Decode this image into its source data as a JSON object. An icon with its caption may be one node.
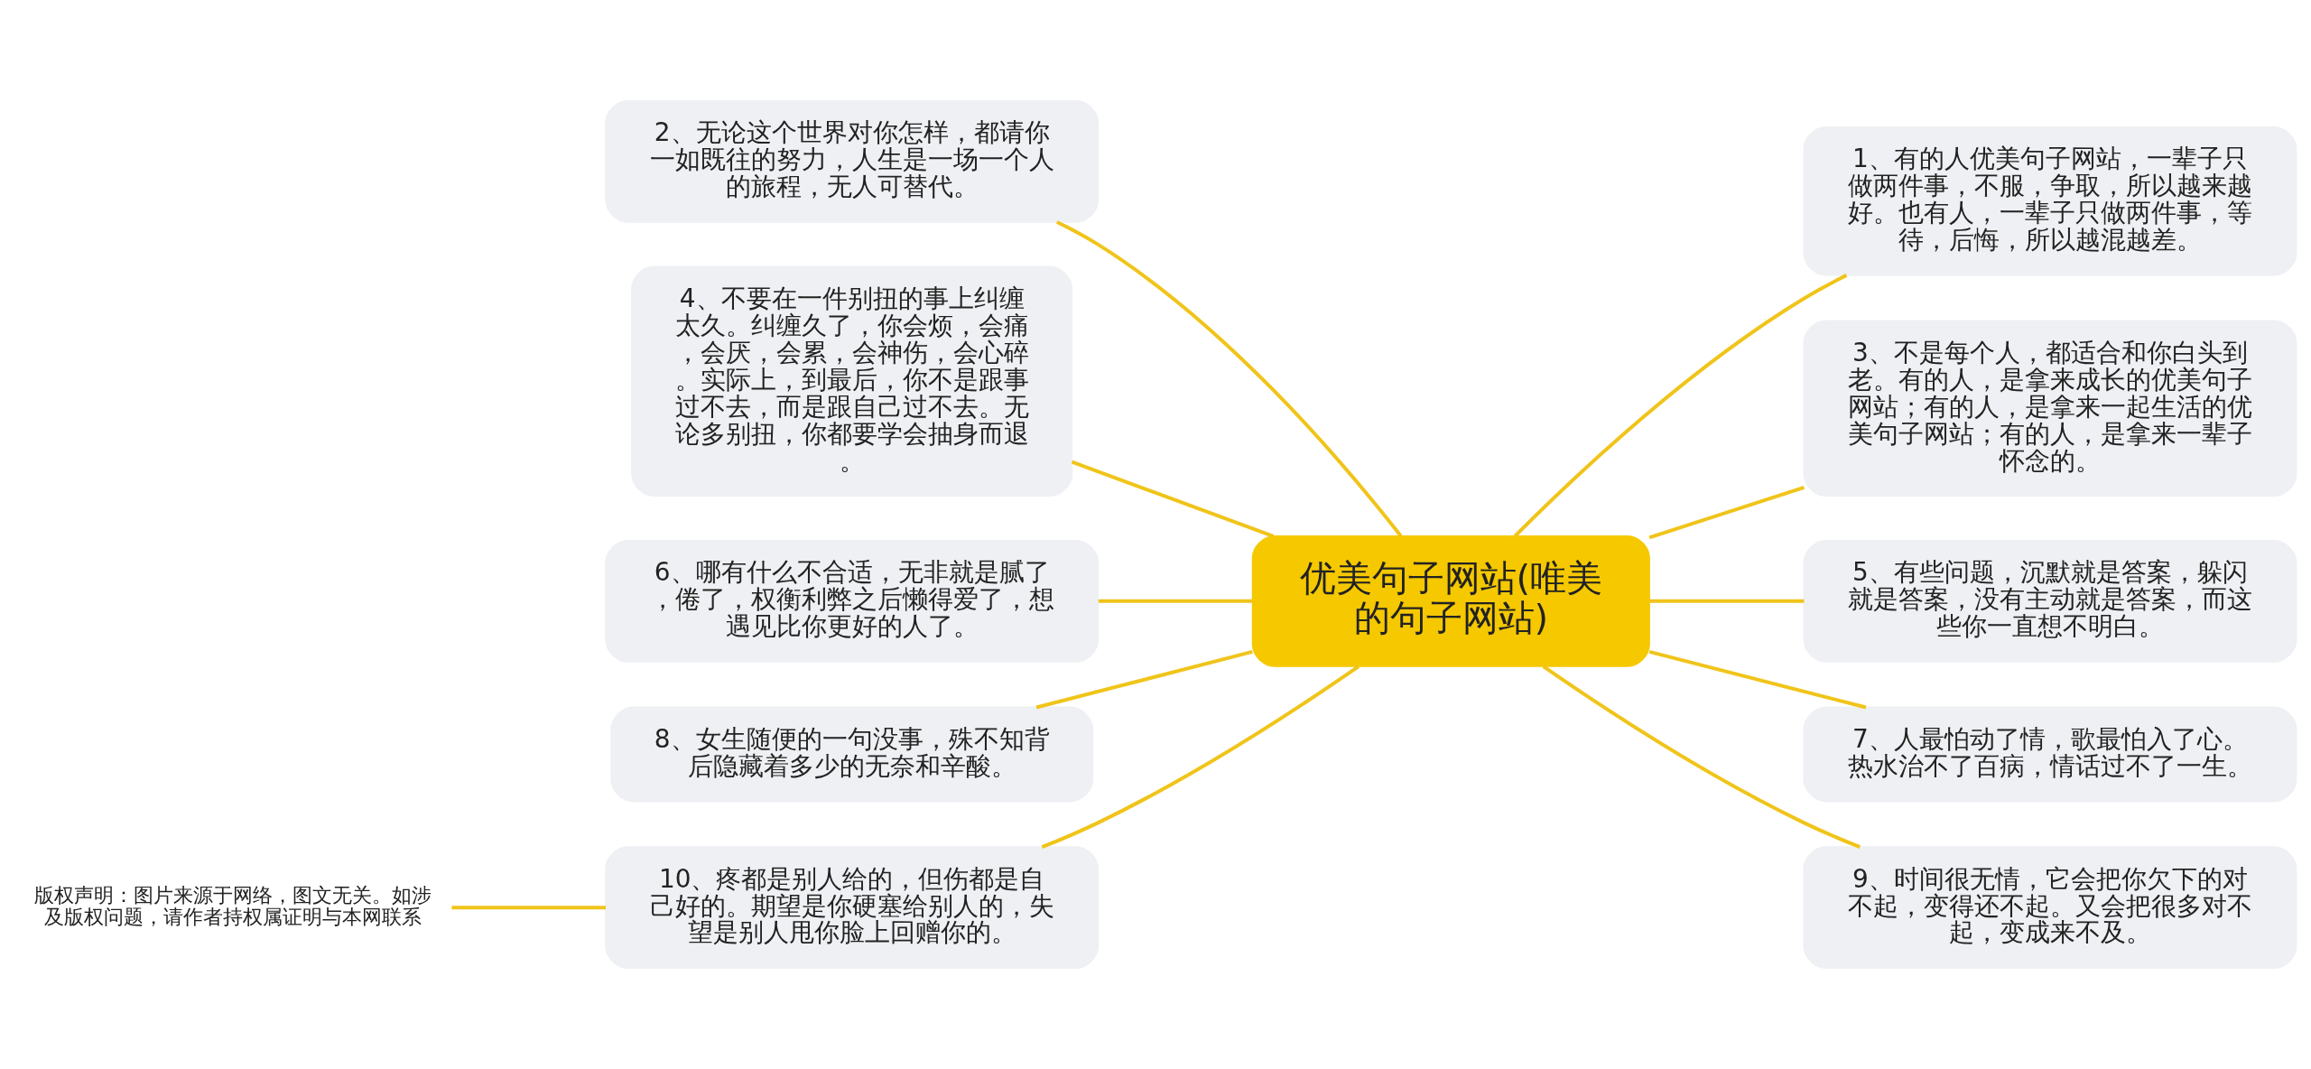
{
  "diagram": {
    "nodes": [
      {
        "text": [
          "优美句子网站(唯美的句子网站)"
        ]
      },
      {
        "text": [
          "1、有的人优美句子网站，一辈子只做两件事，不服，争取，所以越来越好。也有人，一辈子只做两件事，等待，后悔，所以越混越差。"
        ]
      },
      {
        "text": [
          "2、无论这个世界对你怎样，都请你一如既往的努力，人生是一场一个人的旅程，无人可替代。"
        ]
      },
      {
        "text": [
          "3、不是每个人，都适合和你白头到老。有的人，是拿来成长的优美句子网站；有的人，是拿来一起生活的优美句子网站；有的人，是拿来一辈子怀念的。"
        ]
      },
      {
        "text": [
          "4、不要在一件别扭的事上纠缠太久。纠缠久了，你会烦，会痛，会厌，会累，会神伤，会心碎。实际上，到最后，你不是跟事过不去，而是跟自己过不去。无论多别扭，你都要学会抽身而退。"
        ]
      },
      {
        "text": [
          "5、有些问题，沉默就是答案，躲闪就是答案，没有主动就是答案，而这些你一直想不明白。"
        ]
      },
      {
        "text": [
          "6、哪有什么不合适，无非就是腻了，倦了，权衡利弊之后懒得爱了，想遇见比你更好的人了。"
        ]
      },
      {
        "text": [
          "7、人最怕动了情，歌最怕入了心。热水治不了百病，情话过不了一生。"
        ]
      },
      {
        "text": [
          "8、女生随便的一句没事，殊不知背后隐藏着多少的无奈和辛酸。"
        ]
      },
      {
        "text": [
          "9、时间很无情，它会把你欠下的对不起，变得还不起。又会把很多对不起，变成来不及。"
        ]
      },
      {
        "text": [
          "10、疼都是别人给的，但伤都是自己好的。期望是你硬塞给别人的，失望是别人甩你脸上回赠你的。"
        ]
      },
      {
        "text": [
          "版权声明：图片来源于网络，图文无关。如涉及版权问题，请作者持权属证明与本网联系"
        ]
      }
    ],
    "edges": [
      {
        "from": 0,
        "to": 1,
        "arrow": "none"
      },
      {
        "from": 0,
        "to": 2,
        "arrow": "none"
      },
      {
        "from": 0,
        "to": 3,
        "arrow": "none"
      },
      {
        "from": 0,
        "to": 4,
        "arrow": "none"
      },
      {
        "from": 0,
        "to": 5,
        "arrow": "none"
      },
      {
        "from": 0,
        "to": 6,
        "arrow": "none"
      },
      {
        "from": 0,
        "to": 7,
        "arrow": "none"
      },
      {
        "from": 0,
        "to": 8,
        "arrow": "none"
      },
      {
        "from": 0,
        "to": 9,
        "arrow": "none"
      },
      {
        "from": 0,
        "to": 10,
        "arrow": "none"
      },
      {
        "from": 10,
        "to": 11,
        "arrow": "none"
      }
    ]
  }
}
